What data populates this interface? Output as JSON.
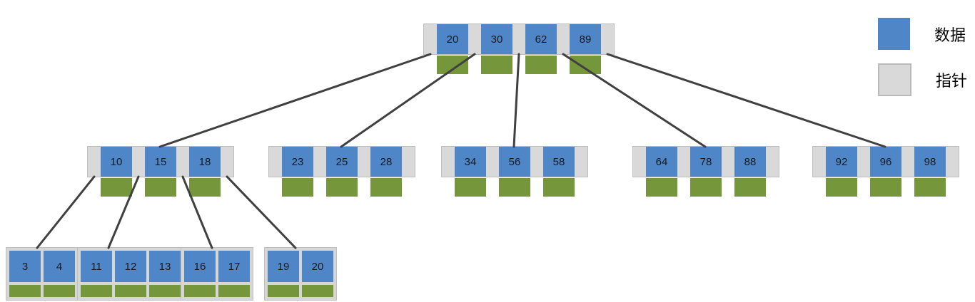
{
  "legend": {
    "items": [
      {
        "key": "data",
        "label": "数据",
        "swatch_color": "#4e86c8"
      },
      {
        "key": "pointer",
        "label": "指针",
        "swatch_color": "#d9d9d9"
      }
    ]
  },
  "colors": {
    "data_cell": "#4e86c8",
    "pointer_cell": "#d9d9d9",
    "record_pointer": "#76963c",
    "edge": "#404040"
  },
  "tree": {
    "nodes": [
      {
        "id": "root",
        "kind": "internal",
        "keys": [
          "20",
          "30",
          "62",
          "89"
        ]
      },
      {
        "id": "n0",
        "kind": "internal",
        "keys": [
          "10",
          "15",
          "18"
        ]
      },
      {
        "id": "n1",
        "kind": "internal",
        "keys": [
          "23",
          "25",
          "28"
        ]
      },
      {
        "id": "n2",
        "kind": "internal",
        "keys": [
          "34",
          "56",
          "58"
        ]
      },
      {
        "id": "n3",
        "kind": "internal",
        "keys": [
          "64",
          "78",
          "88"
        ]
      },
      {
        "id": "n4",
        "kind": "internal",
        "keys": [
          "92",
          "96",
          "98"
        ]
      },
      {
        "id": "l0",
        "kind": "leaf",
        "keys": [
          "3",
          "4"
        ]
      },
      {
        "id": "l1",
        "kind": "leaf",
        "keys": [
          "11",
          "12",
          "13"
        ]
      },
      {
        "id": "l2",
        "kind": "leaf",
        "keys": [
          "16",
          "17"
        ]
      },
      {
        "id": "l3",
        "kind": "leaf",
        "keys": [
          "19",
          "20"
        ]
      }
    ],
    "edges": [
      {
        "from": "root",
        "pointer": 0,
        "to": "n0"
      },
      {
        "from": "root",
        "pointer": 1,
        "to": "n1"
      },
      {
        "from": "root",
        "pointer": 2,
        "to": "n2"
      },
      {
        "from": "root",
        "pointer": 3,
        "to": "n3"
      },
      {
        "from": "root",
        "pointer": 4,
        "to": "n4"
      },
      {
        "from": "n0",
        "pointer": 0,
        "to": "l0"
      },
      {
        "from": "n0",
        "pointer": 1,
        "to": "l1"
      },
      {
        "from": "n0",
        "pointer": 2,
        "to": "l2"
      },
      {
        "from": "n0",
        "pointer": 3,
        "to": "l3"
      }
    ]
  }
}
